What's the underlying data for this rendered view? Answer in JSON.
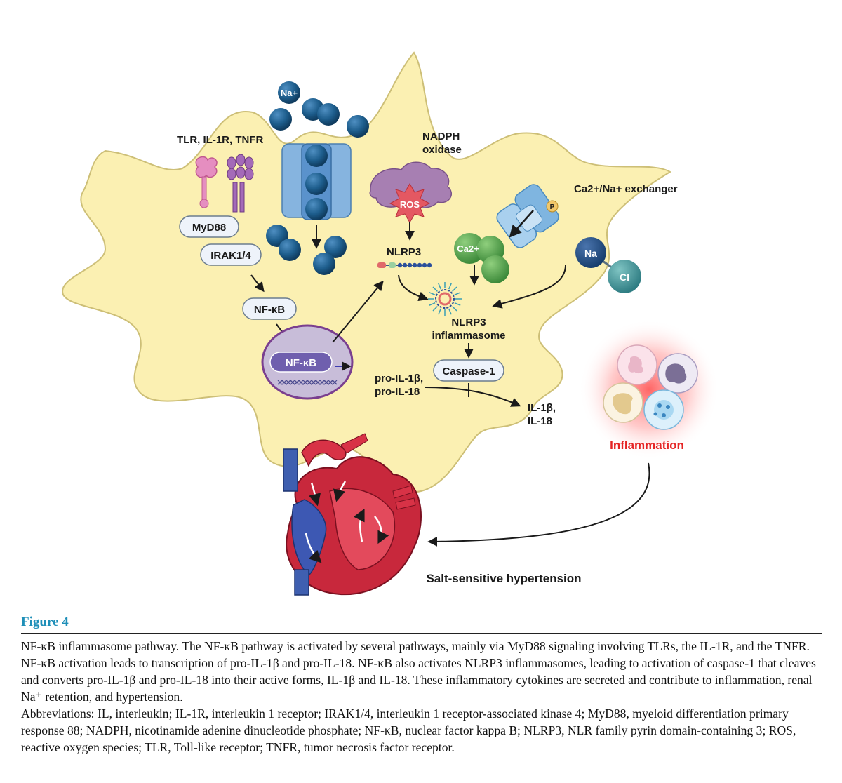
{
  "labels": {
    "receptors": "TLR, IL-1R, TNFR",
    "na_ion": "Na+",
    "nadph": [
      "NADPH",
      "oxidase"
    ],
    "exchanger": "Ca2+/Na+ exchanger",
    "phospho": "P",
    "ros": "ROS",
    "nlrp3": "NLRP3",
    "ca_ion": "Ca2+",
    "na": "Na",
    "cl": "Cl",
    "myd88": "MyD88",
    "irak": "IRAK1/4",
    "nfkb": "NF-κB",
    "nfkb_nucleus": "NF-κB",
    "inflammasome": [
      "NLRP3",
      "inflammasome"
    ],
    "caspase": "Caspase-1",
    "pro_il": [
      "pro-IL-1β,",
      "pro-IL-18"
    ],
    "il": [
      "IL-1β,",
      "IL-18"
    ],
    "inflammation": "Inflammation",
    "hypertension": "Salt-sensitive hypertension"
  },
  "caption": {
    "title": "Figure 4",
    "text": "NF-κB inflammasome pathway. The NF-κB pathway is activated by several pathways, mainly via MyD88 signaling involving TLRs, the IL-1R, and the TNFR. NF-κB activation leads to transcription of pro-IL-1β and pro-IL-18. NF-κB also activates NLRP3 inflammasomes, leading to activation of caspase-1 that cleaves and converts pro-IL-1β and pro-IL-18 into their active forms, IL-1β and IL-18. These inflammatory cytokines are secreted and contribute to inflammation, renal Na⁺ retention, and hypertension.",
    "abbreviations": "Abbreviations: IL, interleukin; IL-1R, interleukin 1 receptor; IRAK1/4, interleukin 1 receptor-associated kinase 4; MyD88, myeloid differentiation primary response 88; NADPH, nicotinamide adenine dinucleotide phosphate; NF-κB, nuclear factor kappa B; NLRP3, NLR family pyrin domain-containing 3; ROS, reactive oxygen species; TLR, Toll-like receptor; TNFR, tumor necrosis factor receptor."
  },
  "colors": {
    "cell": "#fbf0b2",
    "cell_stroke": "#cdbf77",
    "sodium": "#1d5d8c",
    "channel": "#86b4df",
    "calcium": "#4d9a47",
    "chloride": "#3f8f94",
    "nucleus": "#c8bdd9",
    "nadph": "#a77fb2",
    "ros": "#e45862",
    "inflammation": "#e52424",
    "title": "#1f8fb8"
  }
}
